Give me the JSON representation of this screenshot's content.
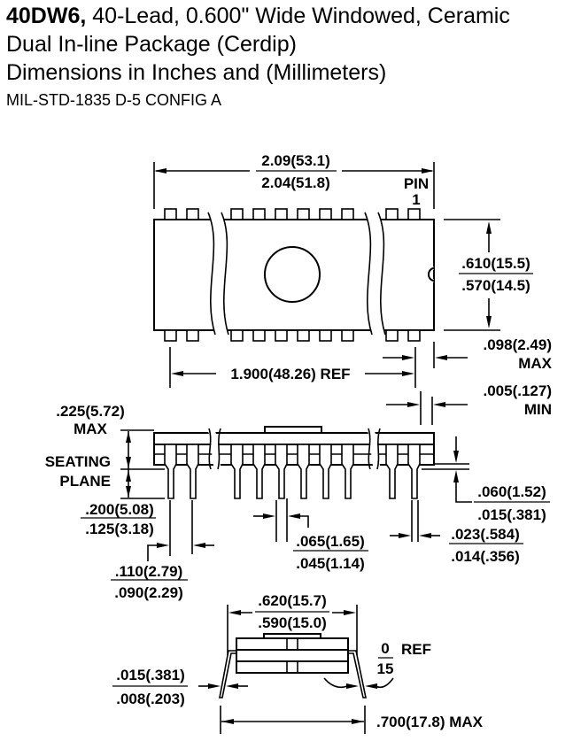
{
  "header": {
    "part_code": "40DW6,",
    "title_rest": " 40-Lead, 0.600\" Wide Windowed, Ceramic",
    "line2": "Dual In-line Package (Cerdip)",
    "line3": "Dimensions in Inches and (Millimeters)",
    "spec": "MIL-STD-1835 D-5 CONFIG A"
  },
  "top_view": {
    "length_max": "2.09(53.1)",
    "length_min": "2.04(51.8)",
    "pin1_label_a": "PIN",
    "pin1_label_b": "1",
    "width_max": ".610(15.5)",
    "width_min": ".570(14.5)",
    "end_clearance": ".098(2.49)",
    "end_clearance_note": "MAX",
    "row_span": "1.900(48.26) REF",
    "end_lead": ".005(.127)",
    "end_lead_note": "MIN"
  },
  "side_view": {
    "height": ".225(5.72)",
    "height_note": "MAX",
    "seating_a": "SEATING",
    "seating_b": "PLANE",
    "lead_length_max": ".200(5.08)",
    "lead_length_min": ".125(3.18)",
    "pitch_max": ".110(2.79)",
    "pitch_min": ".090(2.29)",
    "shoulder_max": ".065(1.65)",
    "shoulder_min": ".045(1.14)",
    "standoff_max": ".060(1.52)",
    "standoff_min": ".015(.381)",
    "lead_width_max": ".023(.584)",
    "lead_width_min": ".014(.356)"
  },
  "end_view": {
    "body_width_max": ".620(15.7)",
    "body_width_min": ".590(15.0)",
    "angle_max": "0",
    "angle_min": "15",
    "angle_note": "REF",
    "lead_thickness_max": ".015(.381)",
    "lead_thickness_min": ".008(.203)",
    "overall_width": ".700(17.8) MAX"
  }
}
